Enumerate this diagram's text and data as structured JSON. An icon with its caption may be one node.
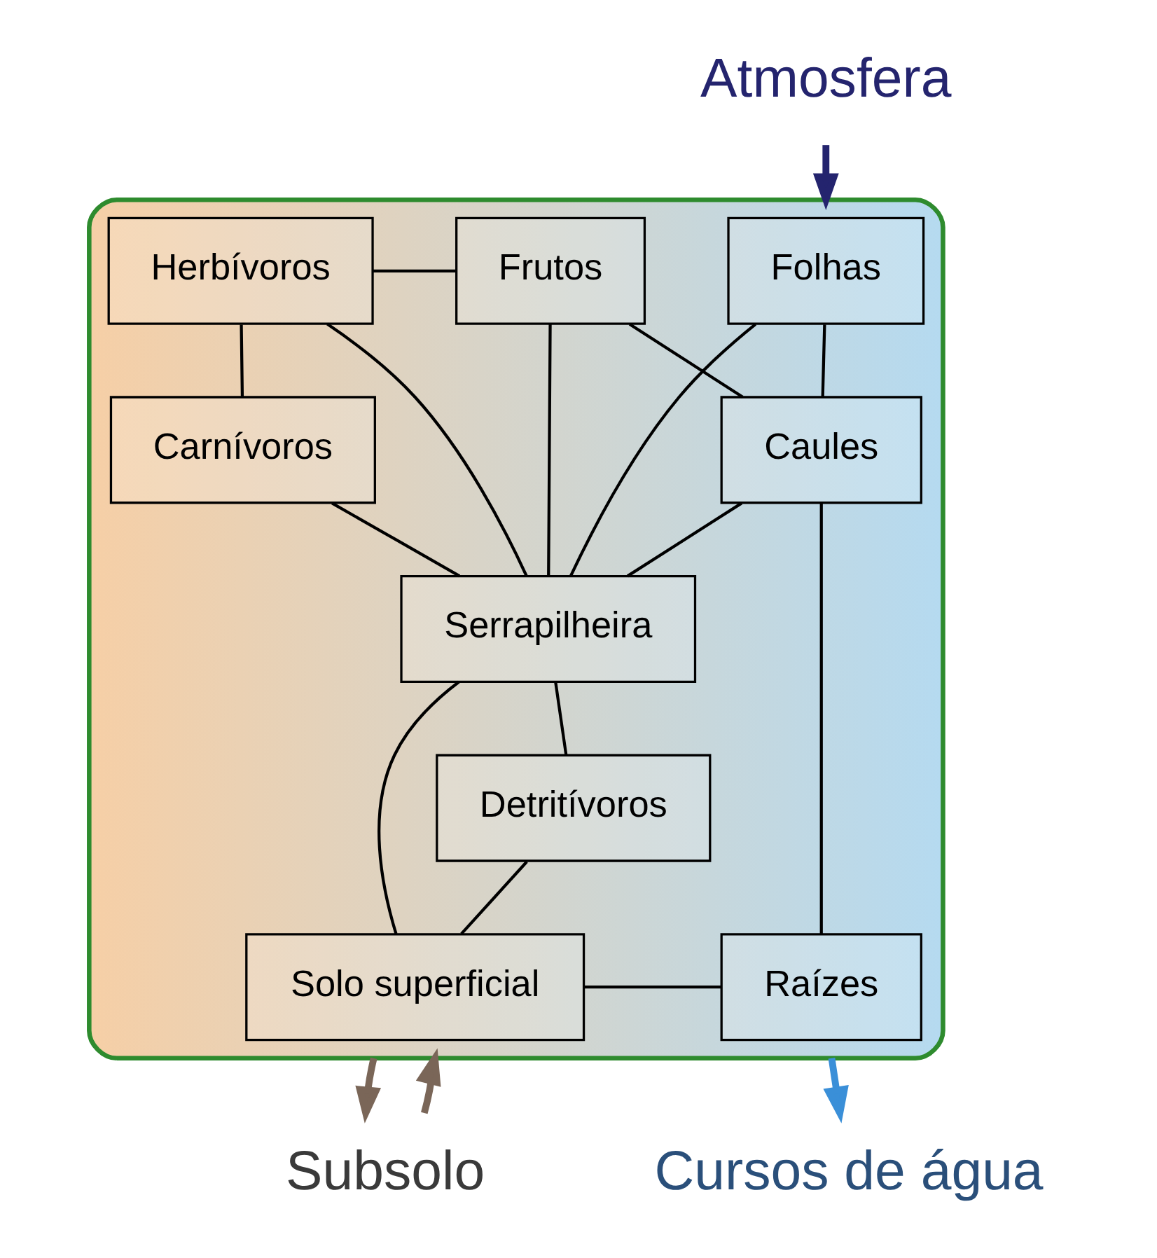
{
  "diagram": {
    "nodes": [
      {
        "text": [],
        "shape": "cloud"
      },
      {
        "text": [
          "Folhas"
        ],
        "in": 0
      },
      {
        "text": [
          "Frutos"
        ],
        "in": 0
      },
      {
        "text": [
          "Herbívoros"
        ],
        "in": 0
      },
      {
        "text": [
          "Caules"
        ],
        "in": 0
      },
      {
        "text": [
          "Carnívoros"
        ],
        "in": 0
      },
      {
        "text": [
          "Serrapilheira"
        ],
        "in": 0
      },
      {
        "text": [
          "Detritívoros"
        ],
        "in": 0
      },
      {
        "text": [
          "Solo superficial"
        ],
        "in": 0
      },
      {
        "text": [
          "Raízes"
        ],
        "in": 0
      },
      {
        "text": [
          "Atmosfera"
        ]
      },
      {
        "text": [
          "Subsolo"
        ]
      },
      {
        "text": [
          "Cursos de água"
        ]
      }
    ],
    "edges": [
      {
        "from": 10,
        "to": 0,
        "arrow": "to",
        "style": "thick",
        "color": "#24246e"
      },
      {
        "from": 1,
        "to": 4,
        "arrow": "none"
      },
      {
        "from": 2,
        "to": 3,
        "arrow": "none"
      },
      {
        "from": 2,
        "to": 4,
        "arrow": "none"
      },
      {
        "from": 3,
        "to": 5,
        "arrow": "none"
      },
      {
        "from": 1,
        "to": 6,
        "arrow": "none"
      },
      {
        "from": 4,
        "to": 6,
        "arrow": "none"
      },
      {
        "from": 2,
        "to": 6,
        "arrow": "none"
      },
      {
        "from": 3,
        "to": 6,
        "arrow": "none"
      },
      {
        "from": 5,
        "to": 6,
        "arrow": "none"
      },
      {
        "from": 4,
        "to": 9,
        "arrow": "none"
      },
      {
        "from": 6,
        "to": 7,
        "arrow": "none"
      },
      {
        "from": 7,
        "to": 8,
        "arrow": "none"
      },
      {
        "from": 6,
        "to": 8,
        "arrow": "none"
      },
      {
        "from": 8,
        "to": 9,
        "arrow": "none"
      },
      {
        "from": 0,
        "to": 11,
        "arrow": "to",
        "style": "thick",
        "color": "#7a6658"
      },
      {
        "from": 11,
        "to": 0,
        "arrow": "to",
        "style": "thick",
        "color": "#7a6658"
      },
      {
        "from": 0,
        "to": 12,
        "arrow": "to",
        "style": "thick",
        "color": "#3a8fd8"
      }
    ]
  }
}
